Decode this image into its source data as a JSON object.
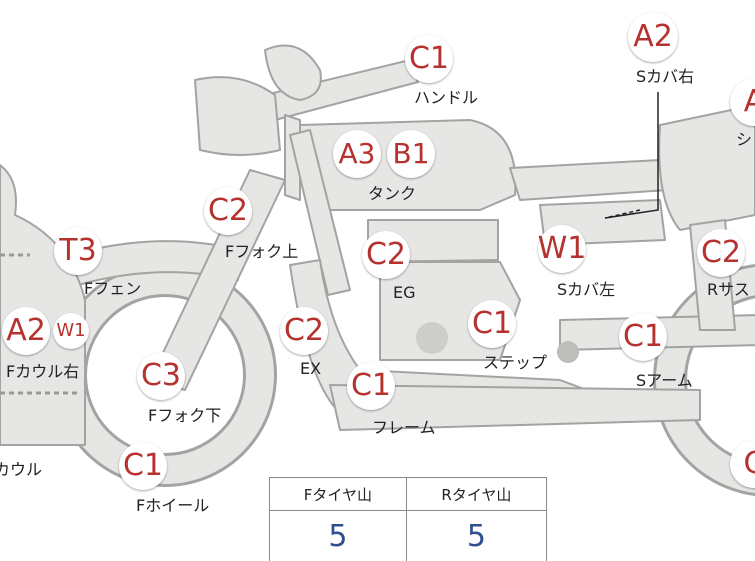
{
  "labels": {
    "handle": "ハンドル",
    "scover_right": "Sカバ右",
    "shi": "シ",
    "tank": "タンク",
    "ffork_upper": "Fフォク上",
    "ffender": "Fフェン",
    "eg": "EG",
    "scover_left": "Sカバ左",
    "rsus": "Rサス",
    "fcowl_right": "Fカウル右",
    "ex": "EX",
    "step": "ステップ",
    "sarm": "Sアーム",
    "ffork_lower": "Fフォク下",
    "frame": "フレーム",
    "cowl": "カウル",
    "fwheel": "Fホイール"
  },
  "badges": {
    "handle": "C1",
    "scover_right": "A2",
    "shi": "A",
    "tank_a": "A3",
    "tank_b": "B1",
    "ffork_upper": "C2",
    "ffender": "T3",
    "eg": "C2",
    "scover_left": "W1",
    "rsus": "C2",
    "fcowl_a": "A2",
    "fcowl_w": "W1",
    "ex": "C2",
    "step": "C1",
    "sarm": "C1",
    "ffork_lower": "C3",
    "frame": "C1",
    "fwheel": "C1",
    "rwheel": "C"
  },
  "tire_table": {
    "front_header": "Fタイヤ山",
    "rear_header": "Rタイヤ山",
    "front_value": "5",
    "rear_value": "5"
  },
  "colors": {
    "bike_fill": "#e6e6e4",
    "bike_stroke": "#a3a3a1",
    "badge_text": "#b5322f",
    "value_text": "#2f4f8f"
  }
}
